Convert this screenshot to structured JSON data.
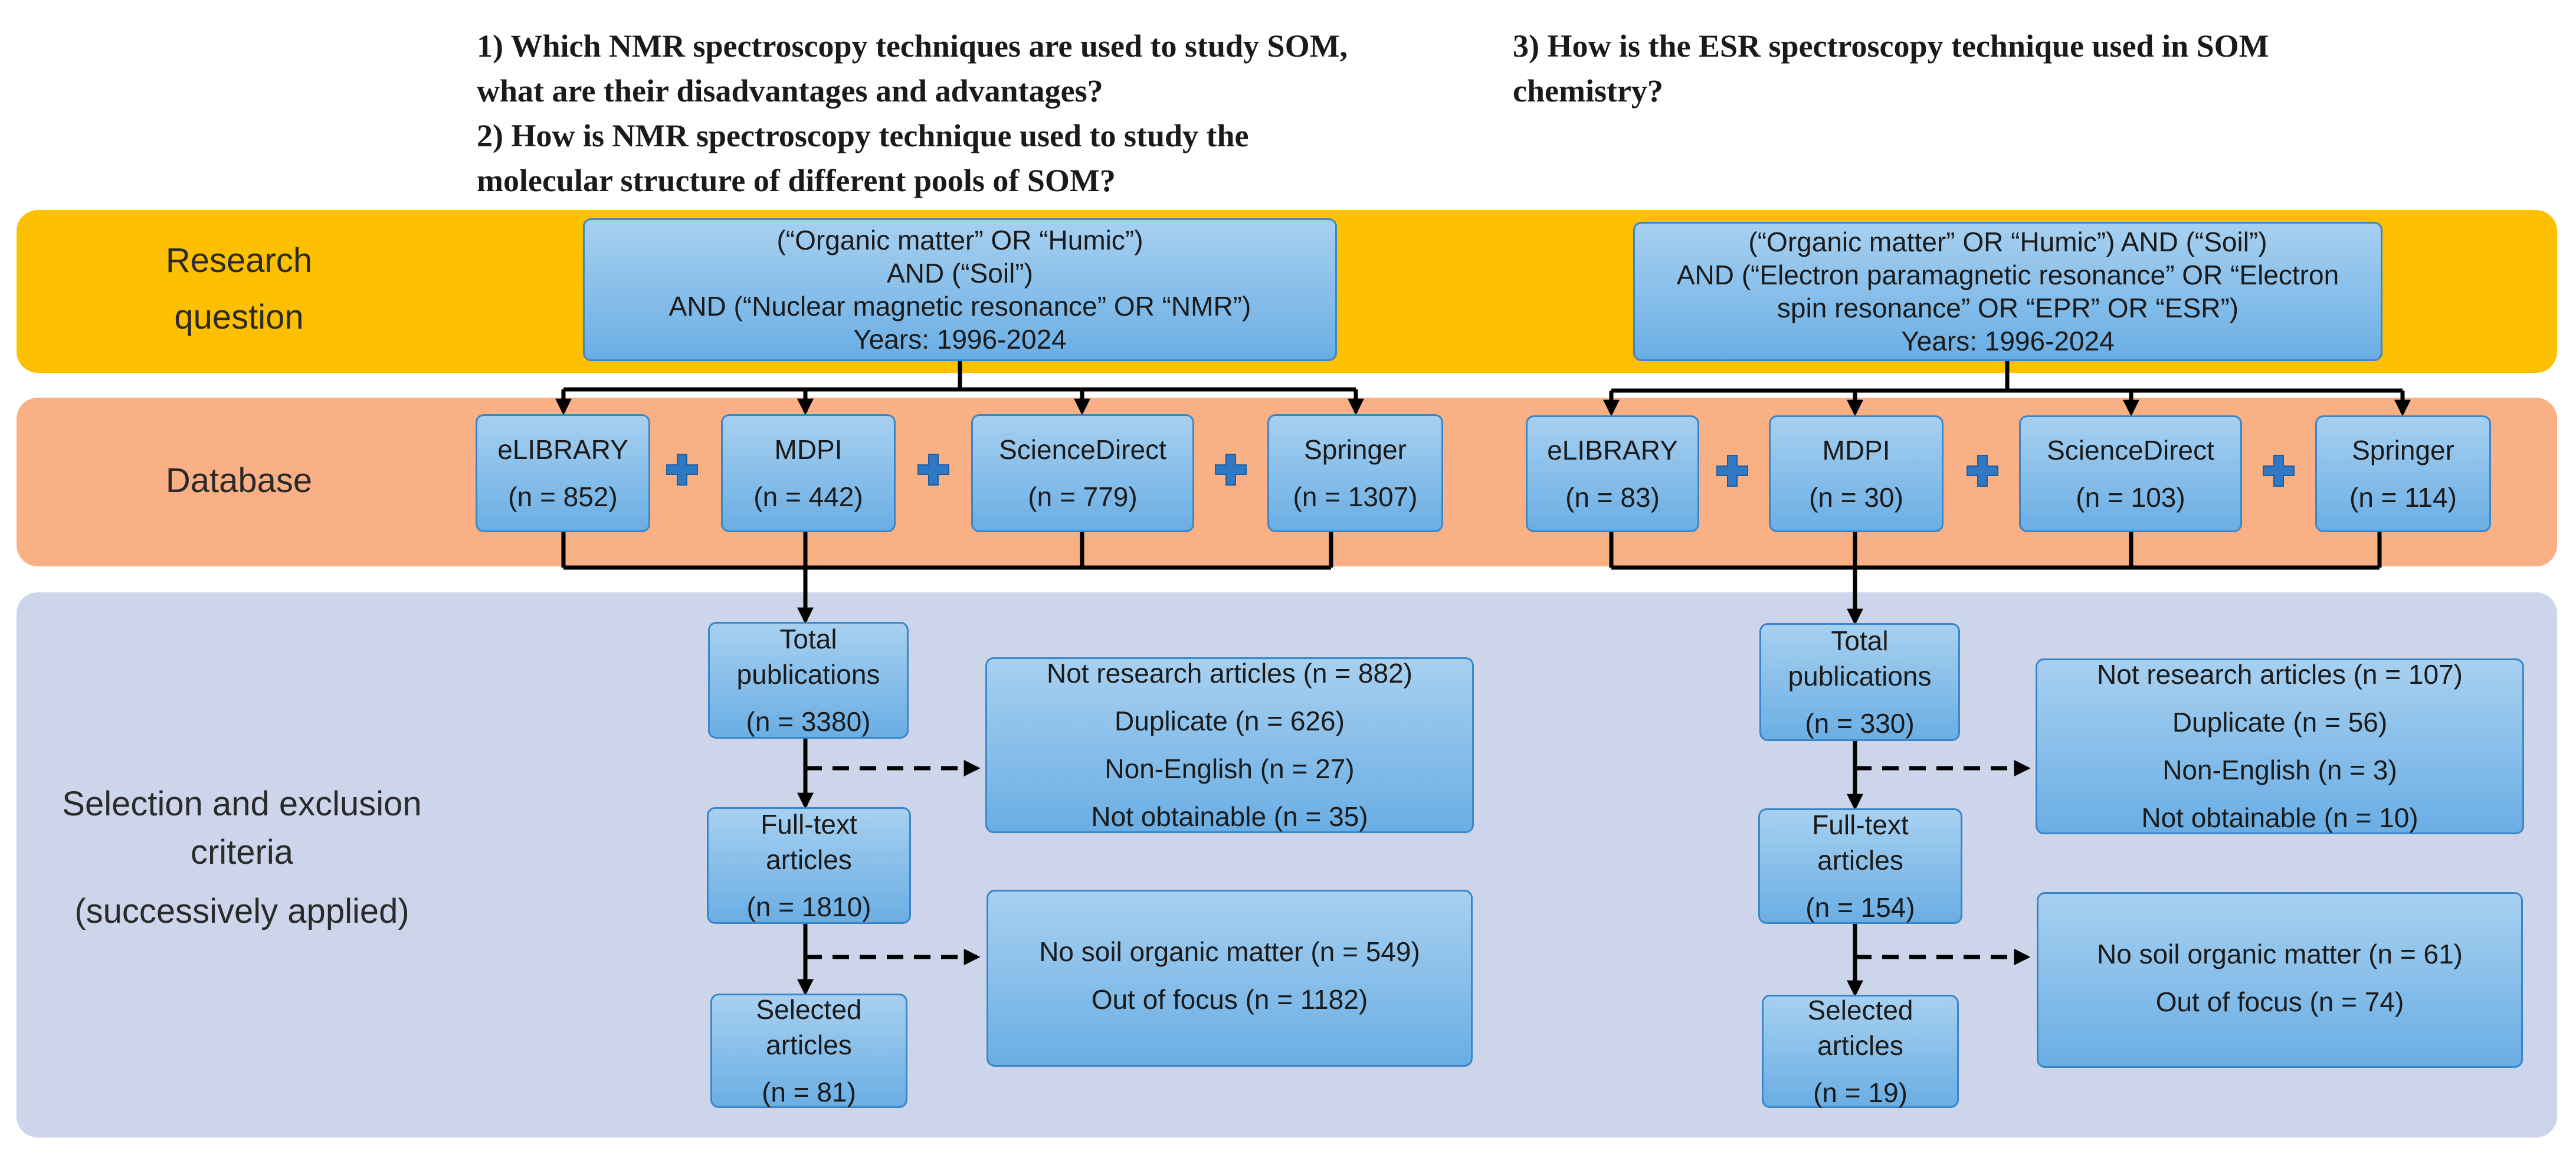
{
  "questions": {
    "left": [
      "1) Which NMR spectroscopy techniques are used to study SOM,",
      "what are their disadvantages and advantages?",
      "2) How is NMR spectroscopy technique used to study the",
      "molecular structure of different pools of SOM?"
    ],
    "right": [
      "3) How is the ESR spectroscopy technique used in SOM",
      "chemistry?"
    ]
  },
  "bands": {
    "research": {
      "label": [
        "Research",
        "question"
      ],
      "color": "#fcc000"
    },
    "database": {
      "label": [
        "Database"
      ],
      "color": "#f8b084"
    },
    "selection": {
      "label": [
        "Selection and exclusion",
        "criteria",
        "(successively applied)"
      ],
      "color": "#cdd5ea"
    }
  },
  "nmr": {
    "query": [
      "(“Organic matter” OR “Humic”)",
      "AND (“Soil”)",
      "AND (“Nuclear magnetic resonance” OR “NMR”)",
      "Years: 1996-2024"
    ],
    "databases": [
      {
        "name": "eLIBRARY",
        "count": "(n = 852)"
      },
      {
        "name": "MDPI",
        "count": "(n = 442)"
      },
      {
        "name": "ScienceDirect",
        "count": "(n = 779)"
      },
      {
        "name": "Springer",
        "count": "(n = 1307)"
      }
    ],
    "total": [
      "Total",
      "publications",
      "(n = 3380)"
    ],
    "fulltext": [
      "Full-text",
      "articles",
      "(n = 1810)"
    ],
    "selected": [
      "Selected",
      "articles",
      "(n = 81)"
    ],
    "exclusion1": [
      "Not research articles (n = 882)",
      "Duplicate (n = 626)",
      "Non-English (n = 27)",
      "Not obtainable (n = 35)"
    ],
    "exclusion2": [
      "No soil organic matter (n = 549)",
      "Out of focus (n = 1182)"
    ]
  },
  "esr": {
    "query": [
      "(“Organic matter” OR “Humic”) AND (“Soil”)",
      "AND (“Electron paramagnetic resonance” OR “Electron",
      "spin resonance” OR “EPR” OR “ESR”)",
      "Years: 1996-2024"
    ],
    "databases": [
      {
        "name": "eLIBRARY",
        "count": "(n = 83)"
      },
      {
        "name": "MDPI",
        "count": "(n = 30)"
      },
      {
        "name": "ScienceDirect",
        "count": "(n = 103)"
      },
      {
        "name": "Springer",
        "count": "(n = 114)"
      }
    ],
    "total": [
      "Total",
      "publications",
      "(n = 330)"
    ],
    "fulltext": [
      "Full-text",
      "articles",
      "(n = 154)"
    ],
    "selected": [
      "Selected",
      "articles",
      "(n = 19)"
    ],
    "exclusion1": [
      "Not research articles (n = 107)",
      "Duplicate (n = 56)",
      "Non-English (n = 3)",
      "Not obtainable (n = 10)"
    ],
    "exclusion2": [
      "No soil organic matter (n = 61)",
      "Out of focus (n = 74)"
    ]
  },
  "colors": {
    "box_border": "#3a86c8",
    "box_fill": "#8cc0ea",
    "plus": "#2f78c4",
    "line": "#000000"
  },
  "icons": {
    "plus": "plus-icon"
  }
}
